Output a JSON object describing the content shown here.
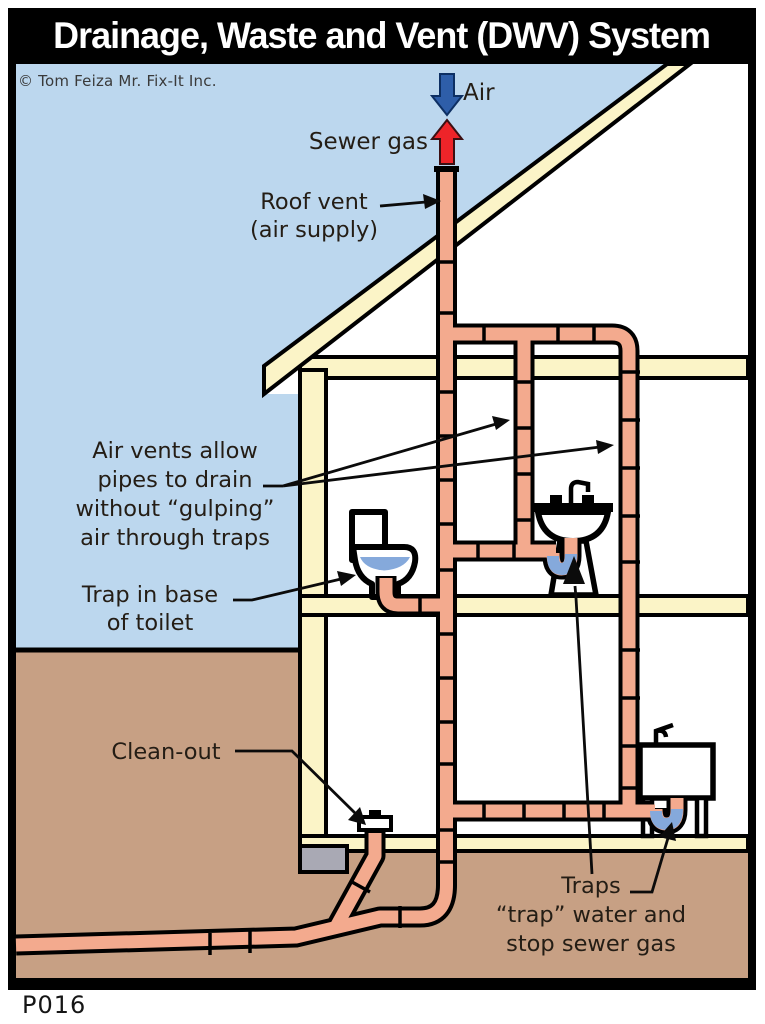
{
  "title": "Drainage, Waste and Vent (DWV) System",
  "copyright": "© Tom Feiza Mr. Fix-It Inc.",
  "figure_code": "P016",
  "labels": {
    "air": "Air",
    "sewer_gas": "Sewer gas",
    "roof_vent": [
      "Roof vent",
      "(air supply)"
    ],
    "air_vents": [
      "Air vents allow",
      "pipes to drain",
      "without “gulping”",
      "air through traps"
    ],
    "toilet_trap": [
      "Trap in base",
      "of toilet"
    ],
    "clean_out": "Clean-out",
    "traps": [
      "Traps",
      "“trap” water and",
      "stop sewer gas"
    ]
  },
  "colors": {
    "sky": "#BCD7EE",
    "ground": "#C7A084",
    "wall_yellow": "#FBF4C7",
    "pipe_salmon": "#F3AA8E",
    "trap_water": "#85A9DB",
    "air_arrow_blue": "#2E5EA9",
    "sewer_gas_arrow_red": "#EE2429",
    "footing_gray": "#A9A9B4",
    "frame_black": "#000000"
  }
}
